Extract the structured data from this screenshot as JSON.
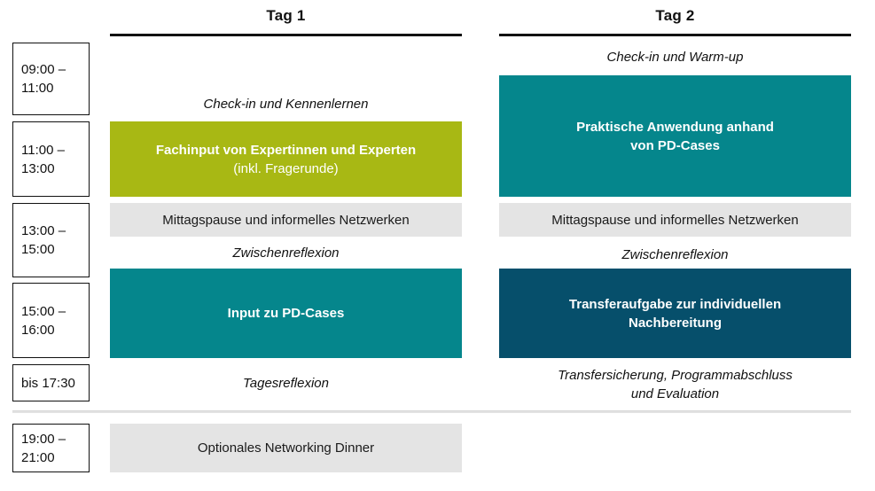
{
  "columns": {
    "day1": {
      "title": "Tag 1"
    },
    "day2": {
      "title": "Tag 2"
    }
  },
  "time_slots": [
    {
      "label": "09:00 –\n11:00"
    },
    {
      "label": "11:00 –\n13:00"
    },
    {
      "label": "13:00 –\n15:00"
    },
    {
      "label": "15:00 –\n16:00"
    },
    {
      "label": "bis 17:30"
    },
    {
      "label": "19:00 –\n21:00"
    }
  ],
  "day1_items": {
    "checkin": "Check-in und Kennenlernen",
    "fachinput_title": "Fachinput von Expertinnen und Experten",
    "fachinput_sub": "(inkl. Fragerunde)",
    "lunch": "Mittagspause und informelles Netzwerken",
    "zwischenreflexion": "Zwischenreflexion",
    "input_pd_cases": "Input zu PD-Cases",
    "tagesreflexion": "Tagesreflexion"
  },
  "day2_items": {
    "checkin": "Check-in und Warm-up",
    "praktische_anwendung": "Praktische Anwendung anhand\nvon PD-Cases",
    "lunch": "Mittagspause und informelles Netzwerken",
    "zwischenreflexion": "Zwischenreflexion",
    "transferaufgabe": "Transferaufgabe zur individuellen\nNachbereitung",
    "abschluss": "Transfersicherung, Programmabschluss\nund Evaluation"
  },
  "evening": {
    "dinner": "Optionales Networking Dinner"
  },
  "colors": {
    "green": "#a8b814",
    "teal": "#05868c",
    "navy": "#064f6b",
    "grey": "#e4e4e4",
    "rule": "#111111"
  }
}
